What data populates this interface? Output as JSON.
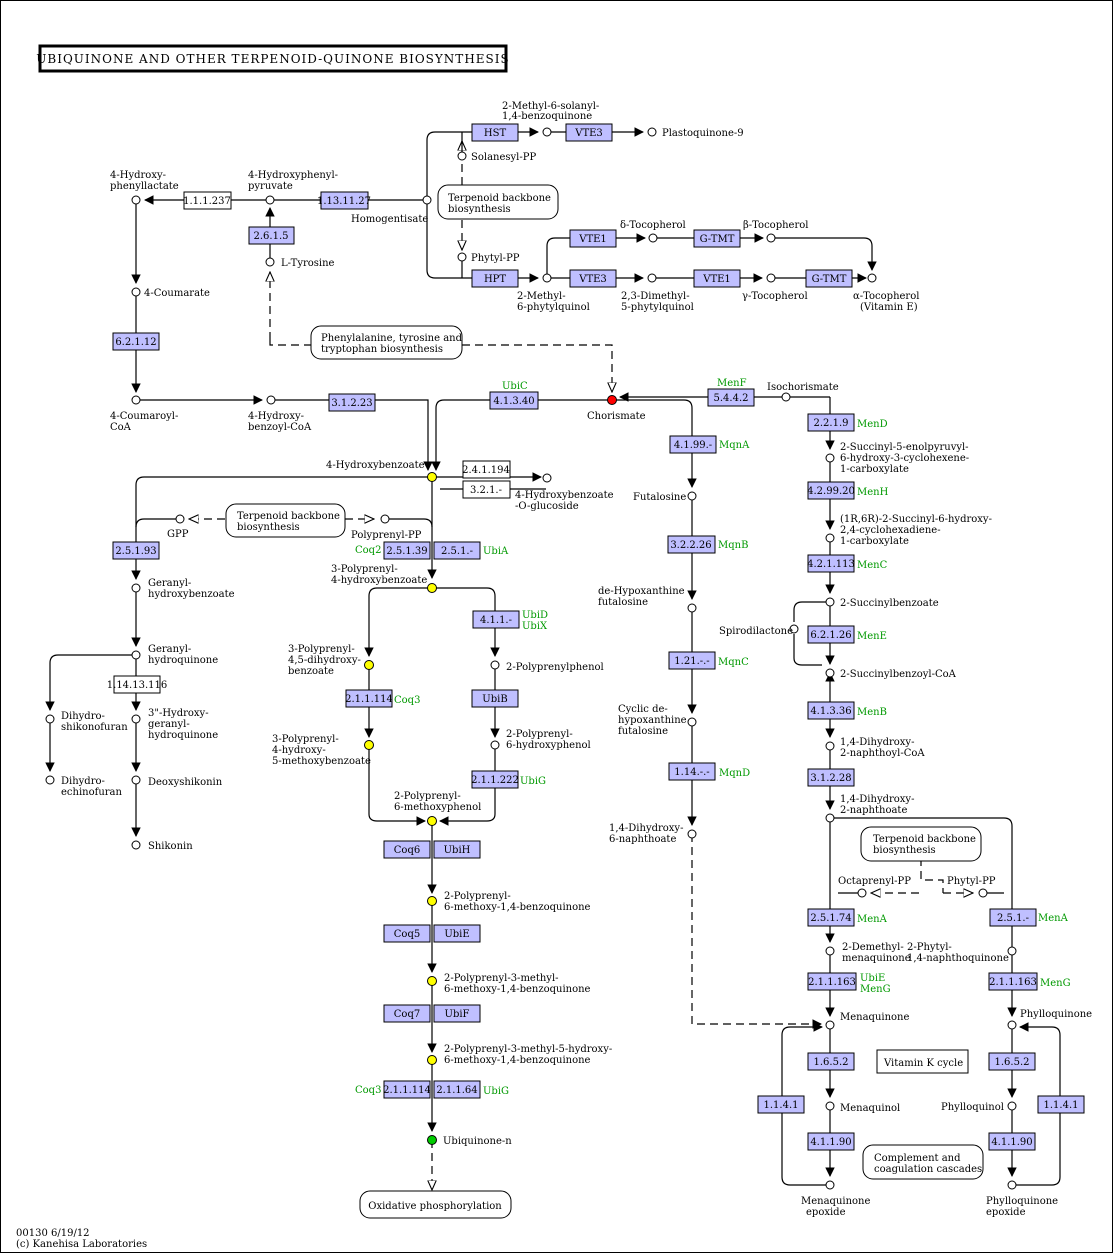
{
  "title": "UBIQUINONE AND OTHER TERPENOID-QUINONE BIOSYNTHESIS",
  "footer": {
    "map_id": "00130 6/19/12",
    "copyright": "(c) Kanehisa Laboratories"
  },
  "colors": {
    "enzyme_fill": "#bfbfff",
    "gene_text": "#009900",
    "highlight_yellow": "#ffff00",
    "highlight_red": "#ff0000",
    "highlight_green": "#00cc00"
  },
  "compounds": {
    "hydroxyphenyllactate": [
      "4-Hydroxy-",
      "phenyllactate"
    ],
    "hydroxyphenylpyruvate": [
      "4-Hydroxyphenyl-",
      "pyruvate"
    ],
    "homogentisate": [
      "Homogentisate"
    ],
    "ltyrosine": [
      "L-Tyrosine"
    ],
    "coumarate": [
      "4-Coumarate"
    ],
    "coumaroylcoa": [
      "4-Coumaroyl-",
      "CoA"
    ],
    "hydroxybenzoylcoa": [
      "4-Hydroxy-",
      "benzoyl-CoA"
    ],
    "methylsolanyl": [
      "2-Methyl-6-solanyl-",
      "1,4-benzoquinone"
    ],
    "plastoquinone": [
      "Plastoquinone-9"
    ],
    "solanesylpp": [
      "Solanesyl-PP"
    ],
    "phytylpp": [
      "Phytyl-PP"
    ],
    "deltatoco": [
      "δ-Tocopherol"
    ],
    "betatoco": [
      "β-Tocopherol"
    ],
    "methylphytylquinol": [
      "2-Methyl-",
      "6-phytylquinol"
    ],
    "dimethylphytylquinol": [
      "2,3-Dimethyl-",
      "5-phytylquinol"
    ],
    "gammatoco": [
      "γ-Tocopherol"
    ],
    "alphatoco": [
      "α-Tocopherol",
      "(Vitamin E)"
    ],
    "chorismate": [
      "Chorismate"
    ],
    "isochorismate": [
      "Isochorismate"
    ],
    "hydroxybenzoate": [
      "4-Hydroxybenzoate"
    ],
    "hbglucoside": [
      "4-Hydroxybenzoate",
      "-O-glucoside"
    ],
    "gpp": [
      "GPP"
    ],
    "polyprenylpp": [
      "Polyprenyl-PP"
    ],
    "polyprenylhb": [
      "3-Polyprenyl-",
      "4-hydroxybenzoate"
    ],
    "geranylhb": [
      "Geranyl-",
      "hydroxybenzoate"
    ],
    "geranylhq": [
      "Geranyl-",
      "hydroquinone"
    ],
    "dihydroshikonofuran": [
      "Dihydro-",
      "shikonofuran"
    ],
    "hydroxygeranylhq": [
      "3\"-Hydroxy-",
      "geranyl-",
      "hydroquinone"
    ],
    "dihydroechinofuran": [
      "Dihydro-",
      "echinofuran"
    ],
    "deoxyshikonin": [
      "Deoxyshikonin"
    ],
    "shikonin": [
      "Shikonin"
    ],
    "dihydroxybenzoate": [
      "3-Polyprenyl-",
      "4,5-dihydroxy-",
      "benzoate"
    ],
    "polyprenylphenol": [
      "2-Polyprenylphenol"
    ],
    "hydroxymethoxybenzoate": [
      "3-Polyprenyl-",
      "4-hydroxy-",
      "5-methoxybenzoate"
    ],
    "hydroxyphenol": [
      "2-Polyprenyl-",
      "6-hydroxyphenol"
    ],
    "methoxyphenol": [
      "2-Polyprenyl-",
      "6-methoxyphenol"
    ],
    "methoxybenzoquinone": [
      "2-Polyprenyl-",
      "6-methoxy-1,4-benzoquinone"
    ],
    "methylmethoxybq": [
      "2-Polyprenyl-3-methyl-",
      "6-methoxy-1,4-benzoquinone"
    ],
    "hydroxymethoxybq": [
      "2-Polyprenyl-3-methyl-5-hydroxy-",
      "6-methoxy-1,4-benzoquinone"
    ],
    "ubiquinone": [
      "Ubiquinone-n"
    ],
    "futalosine": [
      "Futalosine"
    ],
    "dehypoxanthine": [
      "de-Hypoxanthine",
      "futalosine"
    ],
    "cyclicdehypo": [
      "Cyclic de-",
      "hypoxanthine",
      "futalosine"
    ],
    "dihydroxynaphthoate_mqn": [
      "1,4-Dihydroxy-",
      "6-naphthoate"
    ],
    "sephchc": [
      "2-Succinyl-5-enolpyruvyl-",
      "6-hydroxy-3-cyclohexene-",
      "1-carboxylate"
    ],
    "shchc": [
      "(1R,6R)-2-Succinyl-6-hydroxy-",
      "2,4-cyclohexadiene-",
      "1-carboxylate"
    ],
    "succinylbenzoate": [
      "2-Succinylbenzoate"
    ],
    "spirodilactone": [
      "Spirodilactone"
    ],
    "succinylbenzoylcoa": [
      "2-Succinylbenzoyl-CoA"
    ],
    "dhnacoa": [
      "1,4-Dihydroxy-",
      "2-naphthoyl-CoA"
    ],
    "dhna": [
      "1,4-Dihydroxy-",
      "2-naphthoate"
    ],
    "octaprenylpp": [
      "Octaprenyl-PP"
    ],
    "phytylpp2": [
      "Phytyl-PP"
    ],
    "demethylmenaquinone": [
      "2-Demethyl-",
      "menaquinone"
    ],
    "phytylnaphthoquinone": [
      "2-Phytyl-",
      "1,4-naphthoquinone"
    ],
    "menaquinone": [
      "Menaquinone"
    ],
    "phylloquinone": [
      "Phylloquinone"
    ],
    "menaquinol": [
      "Menaquinol"
    ],
    "phylloquinol": [
      "Phylloquinol"
    ],
    "menaquinoneepoxide": [
      "Menaquinone",
      "epoxide"
    ],
    "phylloquinoneepoxide": [
      "Phylloquinone",
      "epoxide"
    ]
  },
  "enzymes": {
    "e_11237": "1.1.1.237",
    "e_113111": "1.13.11.27",
    "e_2615": "2.6.1.5",
    "e_62112": "6.2.1.12",
    "e_31223": "3.1.2.23",
    "e_hst": "HST",
    "e_vte3a": "VTE3",
    "e_vte1a": "VTE1",
    "e_gtmta": "G-TMT",
    "e_hpt": "HPT",
    "e_vte3b": "VTE3",
    "e_vte1b": "VTE1",
    "e_gtmtb": "G-TMT",
    "e_41340": "4.1.3.40",
    "e_5442": "5.4.4.2",
    "e_241194": "2.4.1.194",
    "e_321": "3.2.1.-",
    "e_25193": "2.5.1.93",
    "e_25139": "2.5.1.39",
    "e_251": "2.5.1.-",
    "e_1141316": "1.14.13.116",
    "e_411": "4.1.1.-",
    "e_211114a": "2.1.1.114",
    "e_ubib": "UbiB",
    "e_211222": "2.1.1.222",
    "e_coq6": "Coq6",
    "e_ubih": "UbiH",
    "e_coq5": "Coq5",
    "e_ubie": "UbiE",
    "e_coq7": "Coq7",
    "e_ubif": "UbiF",
    "e_211114b": "2.1.1.114",
    "e_21164": "2.1.1.64",
    "e_4199": "4.1.99.-",
    "e_32226": "3.2.2.26",
    "e_121": "1.21.-.-",
    "e_114": "1.14.-.-",
    "e_2219": "2.2.1.9",
    "e_429920": "4.2.99.20",
    "e_421113": "4.2.1.113",
    "e_62126": "6.2.1.26",
    "e_41336": "4.1.3.36",
    "e_31228": "3.1.2.28",
    "e_25174": "2.5.1.74",
    "e_251b": "2.5.1.-",
    "e_211163a": "2.1.1.163",
    "e_211163b": "2.1.1.163",
    "e_1652a": "1.6.5.2",
    "e_1652b": "1.6.5.2",
    "e_1141a": "1.1.4.1",
    "e_1141b": "1.1.4.1",
    "e_41190a": "4.1.1.90",
    "e_41190b": "4.1.1.90"
  },
  "genes": {
    "g_ubic": "UbiC",
    "g_menf": "MenF",
    "g_coq2": "Coq2",
    "g_ubia": "UbiA",
    "g_ubid": "UbiD",
    "g_ubix": "UbiX",
    "g_coq3a": "Coq3",
    "g_ubig1": "UbiG",
    "g_coq3b": "Coq3",
    "g_ubig2": "UbiG",
    "g_mqna": "MqnA",
    "g_mqnb": "MqnB",
    "g_mqnc": "MqnC",
    "g_mqnd": "MqnD",
    "g_mend": "MenD",
    "g_menh": "MenH",
    "g_menc": "MenC",
    "g_mene": "MenE",
    "g_menb": "MenB",
    "g_mena1": "MenA",
    "g_mena2": "MenA",
    "g_ubie2": "UbiE",
    "g_meng1": "MenG",
    "g_meng2": "MenG"
  },
  "maps": {
    "terpenoid1": [
      "Terpenoid backbone",
      "biosynthesis"
    ],
    "phetyrtrp": [
      "Phenylalanine, tyrosine and",
      "tryptophan biosynthesis"
    ],
    "terpenoid2": [
      "Terpenoid backbone",
      "biosynthesis"
    ],
    "terpenoid3": [
      "Terpenoid backbone",
      "biosynthesis"
    ],
    "vitk": [
      "Vitamin K cycle"
    ],
    "complement": [
      "Complement and",
      "coagulation cascades"
    ],
    "oxphos": [
      "Oxidative phosphorylation"
    ]
  }
}
